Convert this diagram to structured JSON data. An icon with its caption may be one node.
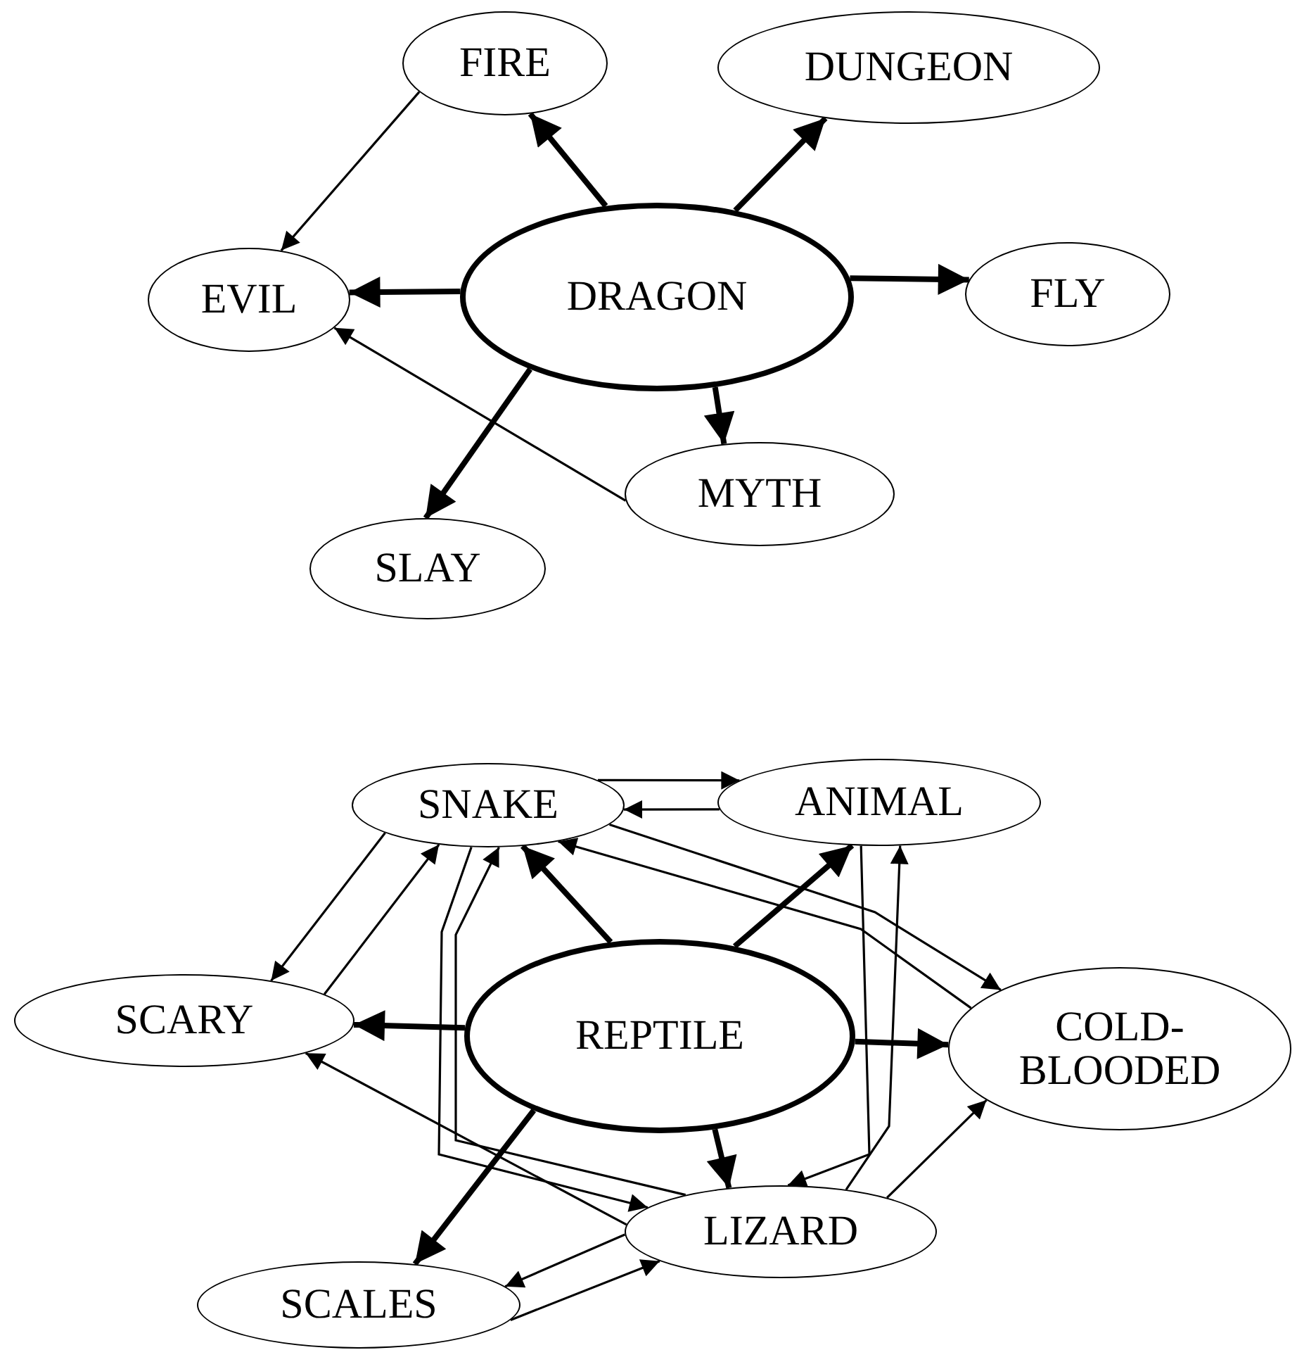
{
  "diagram": {
    "nodes": [
      {
        "text": [
          "FIRE"
        ]
      },
      {
        "text": [
          "DUNGEON"
        ]
      },
      {
        "text": [
          "EVIL"
        ]
      },
      {
        "text": [
          "DRAGON"
        ]
      },
      {
        "text": [
          "FLY"
        ]
      },
      {
        "text": [
          "MYTH"
        ]
      },
      {
        "text": [
          "SLAY"
        ]
      },
      {
        "text": [
          "SNAKE"
        ]
      },
      {
        "text": [
          "ANIMAL"
        ]
      },
      {
        "text": [
          "SCARY"
        ]
      },
      {
        "text": [
          "REPTILE"
        ]
      },
      {
        "text": [
          "COLD- BLOODED"
        ]
      },
      {
        "text": [
          "LIZARD"
        ]
      },
      {
        "text": [
          "SCALES"
        ]
      }
    ],
    "edges": [
      {
        "from": 3,
        "to": 0,
        "arrow": "to",
        "style": "thick"
      },
      {
        "from": 3,
        "to": 1,
        "arrow": "to",
        "style": "thick"
      },
      {
        "from": 3,
        "to": 2,
        "arrow": "to",
        "style": "thick"
      },
      {
        "from": 3,
        "to": 4,
        "arrow": "to",
        "style": "thick"
      },
      {
        "from": 3,
        "to": 5,
        "arrow": "to",
        "style": "thick"
      },
      {
        "from": 3,
        "to": 6,
        "arrow": "to",
        "style": "thick"
      },
      {
        "from": 0,
        "to": 2,
        "arrow": "to"
      },
      {
        "from": 5,
        "to": 2,
        "arrow": "to"
      },
      {
        "from": 7,
        "to": 8,
        "arrow": "to"
      },
      {
        "from": 8,
        "to": 7,
        "arrow": "to"
      },
      {
        "from": 7,
        "to": 9,
        "arrow": "to"
      },
      {
        "from": 9,
        "to": 7,
        "arrow": "to"
      },
      {
        "from": 7,
        "to": 11,
        "arrow": "to"
      },
      {
        "from": 11,
        "to": 7,
        "arrow": "to"
      },
      {
        "from": 7,
        "to": 12,
        "arrow": "to"
      },
      {
        "from": 12,
        "to": 7,
        "arrow": "to"
      },
      {
        "from": 8,
        "to": 12,
        "arrow": "to"
      },
      {
        "from": 12,
        "to": 8,
        "arrow": "to"
      },
      {
        "from": 12,
        "to": 9,
        "arrow": "to"
      },
      {
        "from": 12,
        "to": 11,
        "arrow": "to"
      },
      {
        "from": 12,
        "to": 13,
        "arrow": "to"
      },
      {
        "from": 13,
        "to": 12,
        "arrow": "to"
      },
      {
        "from": 10,
        "to": 7,
        "arrow": "to",
        "style": "thick"
      },
      {
        "from": 10,
        "to": 8,
        "arrow": "to",
        "style": "thick"
      },
      {
        "from": 10,
        "to": 9,
        "arrow": "to",
        "style": "thick"
      },
      {
        "from": 10,
        "to": 11,
        "arrow": "to",
        "style": "thick"
      },
      {
        "from": 10,
        "to": 12,
        "arrow": "to",
        "style": "thick"
      },
      {
        "from": 10,
        "to": 13,
        "arrow": "to",
        "style": "thick"
      }
    ]
  }
}
